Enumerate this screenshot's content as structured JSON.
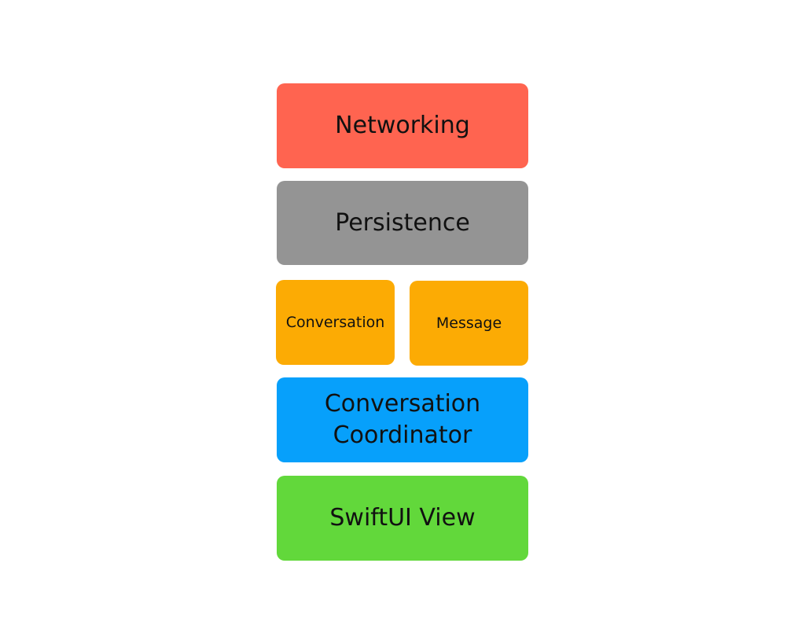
{
  "layers": {
    "networking": {
      "label": "Networking",
      "color": "#ff6450"
    },
    "persistence": {
      "label": "Persistence",
      "color": "#949494"
    },
    "conversation": {
      "label": "Conversation",
      "color": "#fcab04"
    },
    "message": {
      "label": "Message",
      "color": "#fcab04"
    },
    "coordinator": {
      "label": "Conversation\nCoordinator",
      "color": "#07a0fb"
    },
    "swiftui": {
      "label": "SwiftUI View",
      "color": "#62d83b"
    }
  }
}
